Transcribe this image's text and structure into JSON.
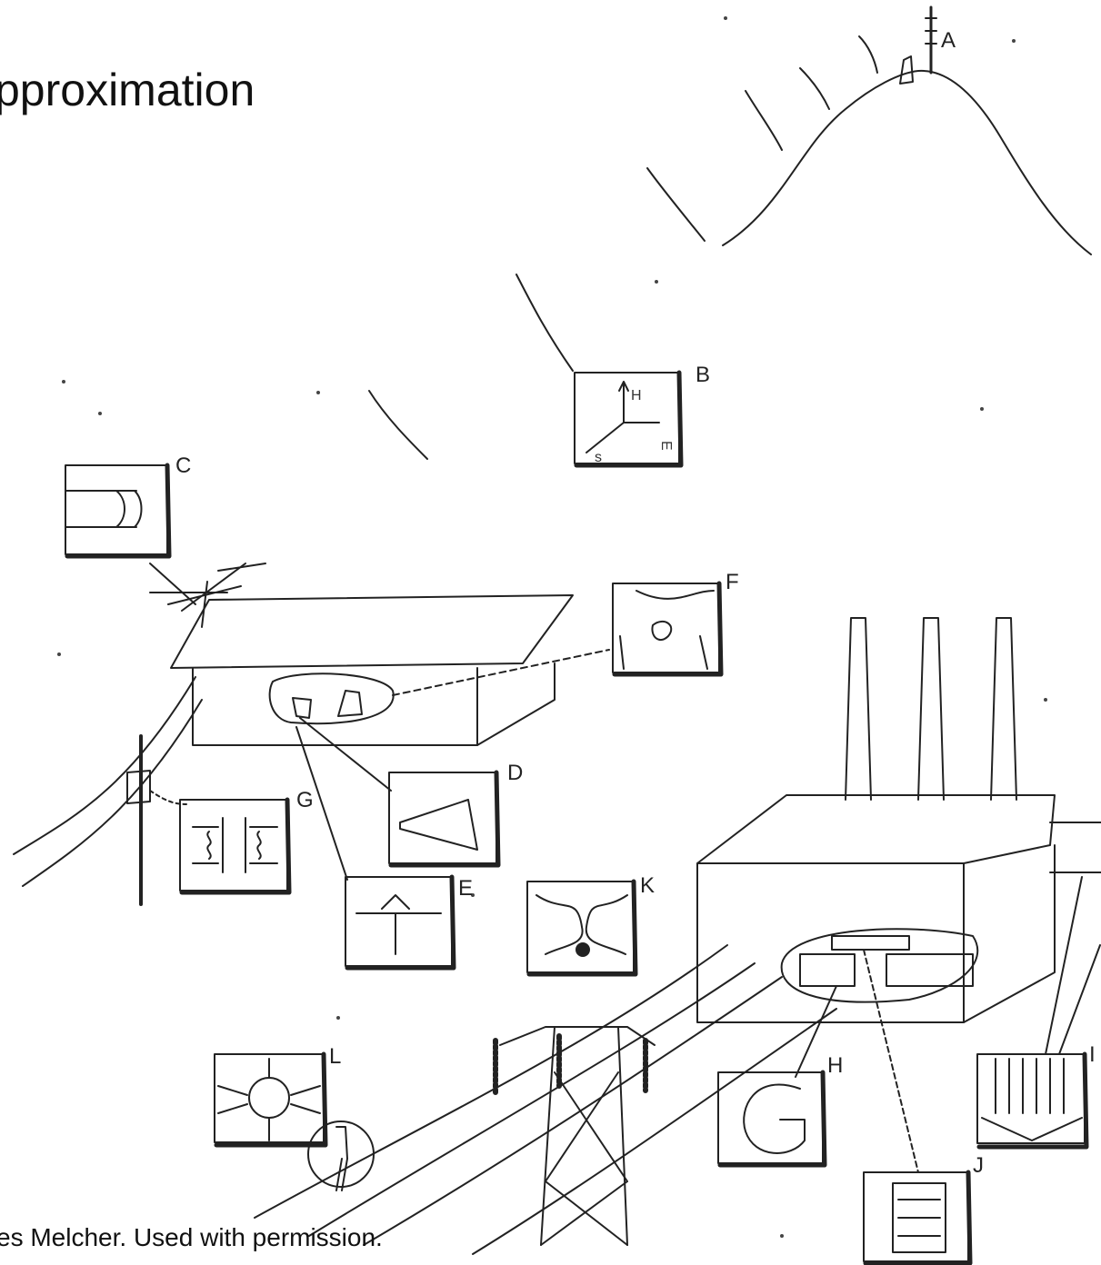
{
  "slide": {
    "title": "pproximation",
    "credit": "es Melcher. Used with permission."
  },
  "labels": {
    "A": "A",
    "B": "B",
    "C": "C",
    "D": "D",
    "E": "E",
    "F": "F",
    "G": "G",
    "H": "H",
    "I": "I",
    "J": "J",
    "K": "K",
    "L": "L"
  },
  "inset_b": {
    "h": "H",
    "e": "E",
    "s": "s"
  }
}
